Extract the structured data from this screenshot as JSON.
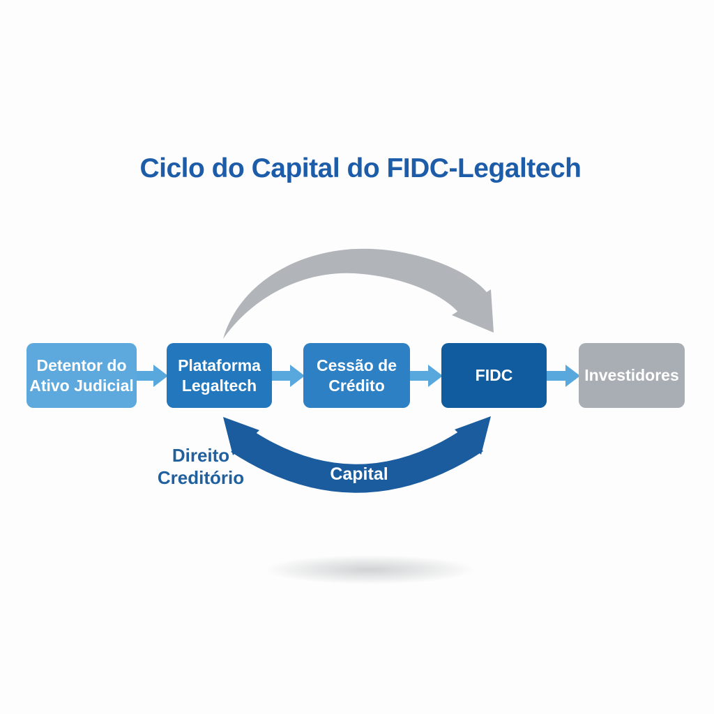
{
  "title": "Ciclo do Capital do FIDC-Legaltech",
  "nodes": [
    {
      "id": "detentor-ativo-judicial",
      "label": "Detentor do\nAtivo Judicial"
    },
    {
      "id": "plataforma-legaltech",
      "label": "Plataforma\nLegaltech"
    },
    {
      "id": "cessao-de-credito",
      "label": "Cessão de\nCrédito"
    },
    {
      "id": "fidc",
      "label": "FIDC"
    },
    {
      "id": "investidores",
      "label": "Investidores"
    }
  ],
  "labels": {
    "direito_creditorio": "Direito\nCreditório",
    "capital": "Capital"
  },
  "icons": {
    "flow_arrow": "right-block-arrow",
    "top_curve_arrow": "gray-curved-arrow-right",
    "bottom_curve_arrow": "blue-curved-double-headed-arrow"
  },
  "colors": {
    "background": "#fdfdfd",
    "title_text": "#1d5ca8",
    "node_text": "#ffffff",
    "node_detentor": "#5da9dd",
    "node_plataforma": "#2377bc",
    "node_cessao": "#2e80c4",
    "node_fidc": "#115c9e",
    "node_investidores": "#a8aeb4",
    "flow_arrow": "#58a7dd",
    "curve_gray": "#b1b5ba",
    "curve_blue": "#1a5c9e",
    "annotation_text": "#20609f"
  }
}
